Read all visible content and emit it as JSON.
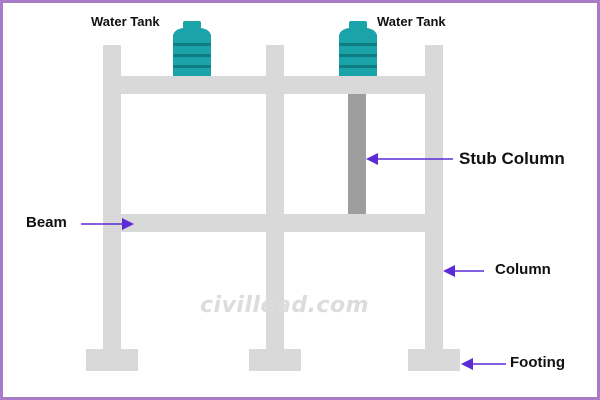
{
  "labels": {
    "water_tank_left": "Water Tank",
    "water_tank_right": "Water Tank",
    "stub_column": "Stub Column",
    "beam": "Beam",
    "column": "Column",
    "footing": "Footing"
  },
  "watermark": "civillead.com",
  "colors": {
    "border": "#a97bc9",
    "member": "#d9d9d9",
    "stub_column": "#9e9e9e",
    "tank": "#1aa3a8",
    "tank_band": "#0e7c80",
    "arrow": "#5b2bd6"
  },
  "icons": [
    "water-tank-icon",
    "arrow-icon"
  ]
}
